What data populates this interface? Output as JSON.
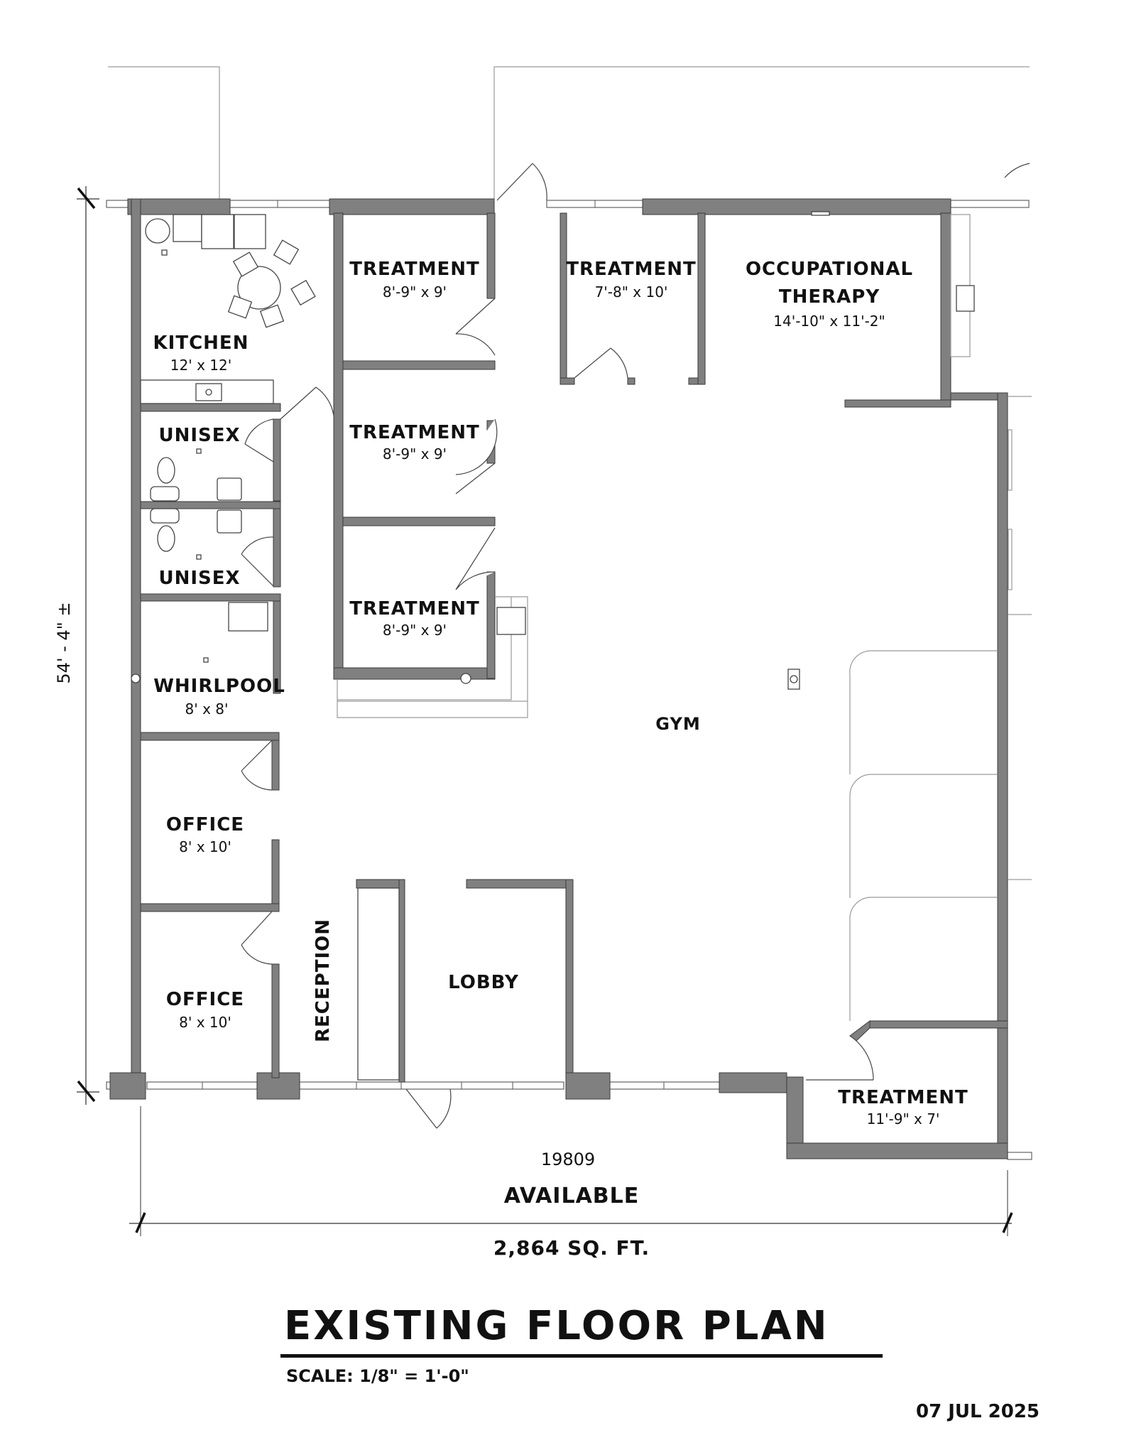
{
  "plan": {
    "title": "EXISTING FLOOR PLAN",
    "scale": "SCALE:  1/8\" = 1'-0\"",
    "date": "07 JUL 2025",
    "unit_number": "19809",
    "status": "AVAILABLE",
    "area": "2,864 SQ. FT.",
    "vertical_dimension": "54' - 4\" ±",
    "colors": {
      "wall": "#808080",
      "line": "#555555",
      "text": "#111111"
    }
  },
  "rooms": [
    {
      "id": "kitchen",
      "name": "KITCHEN",
      "size": "12' x 12'"
    },
    {
      "id": "unisex1",
      "name": "UNISEX",
      "size": ""
    },
    {
      "id": "unisex2",
      "name": "UNISEX",
      "size": ""
    },
    {
      "id": "whirlpool",
      "name": "WHIRLPOOL",
      "size": "8' x 8'"
    },
    {
      "id": "office1",
      "name": "OFFICE",
      "size": "8' x 10'"
    },
    {
      "id": "office2",
      "name": "OFFICE",
      "size": "8' x 10'"
    },
    {
      "id": "reception",
      "name": "RECEPTION",
      "size": ""
    },
    {
      "id": "lobby",
      "name": "LOBBY",
      "size": ""
    },
    {
      "id": "treatment1",
      "name": "TREATMENT",
      "size": "8'-9\" x 9'"
    },
    {
      "id": "treatment2",
      "name": "TREATMENT",
      "size": "8'-9\" x 9'"
    },
    {
      "id": "treatment3",
      "name": "TREATMENT",
      "size": "8'-9\" x 9'"
    },
    {
      "id": "treatment4",
      "name": "TREATMENT",
      "size": "7'-8\" x 10'"
    },
    {
      "id": "ot_line1",
      "name": "OCCUPATIONAL",
      "size": ""
    },
    {
      "id": "ot_line2",
      "name": "THERAPY",
      "size": "14'-10\" x 11'-2\""
    },
    {
      "id": "gym",
      "name": "GYM",
      "size": ""
    },
    {
      "id": "treatment5",
      "name": "TREATMENT",
      "size": "11'-9\" x 7'"
    }
  ]
}
